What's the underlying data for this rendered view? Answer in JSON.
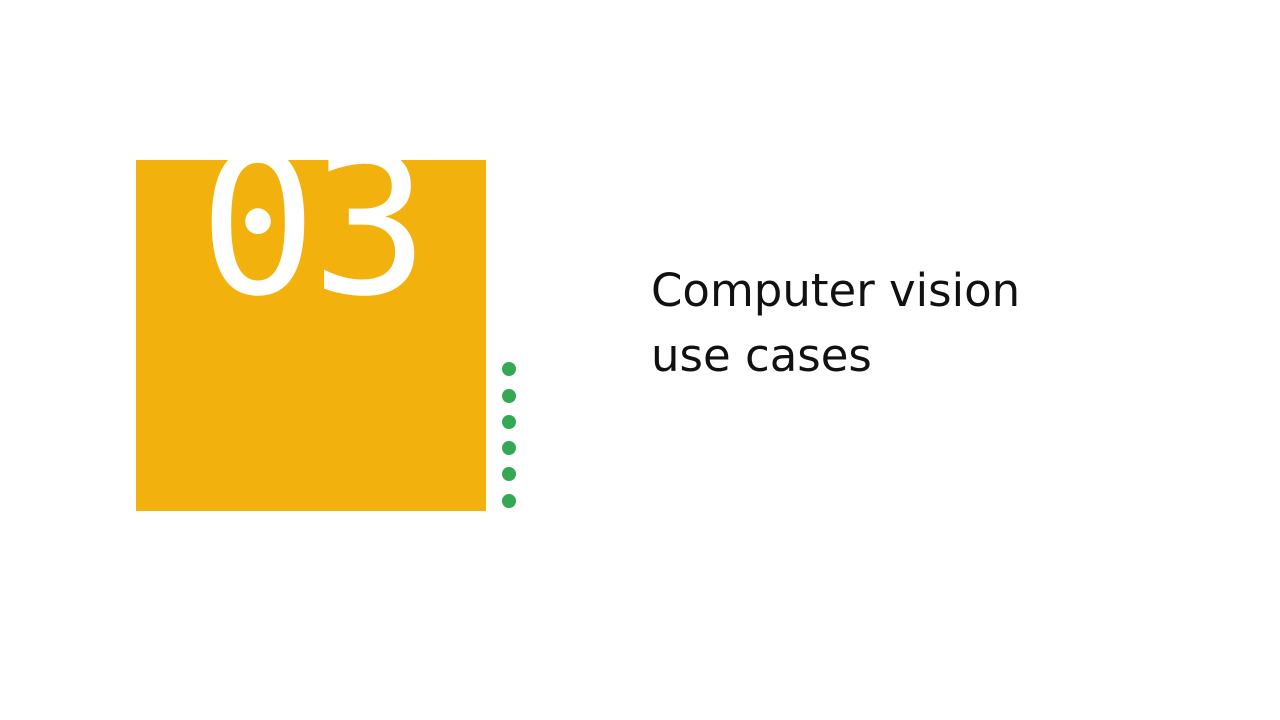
{
  "slide": {
    "section_number": "03",
    "title_lines": [
      "Computer vision",
      "use cases"
    ]
  },
  "colors": {
    "accent_block": "#F2B10C",
    "dots": "#34A853",
    "title_text": "#111111",
    "background": "#ffffff"
  },
  "decorations": {
    "dot_column_icon": "vertical-dot-column-icon",
    "dot_count": 6
  }
}
